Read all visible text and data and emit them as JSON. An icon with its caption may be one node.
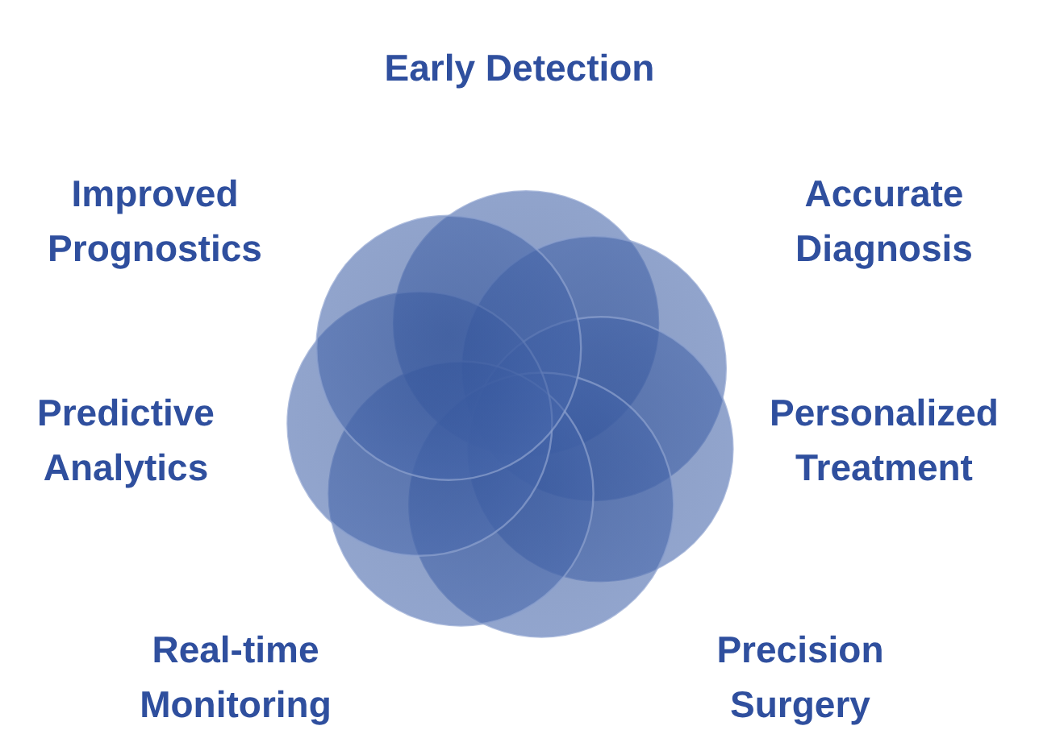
{
  "diagram": {
    "labels": [
      "Early Detection",
      "Improved Prognostics",
      "Accurate Diagnosis",
      "Predictive Analytics",
      "Personalized Treatment",
      "Real-time Monitoring",
      "Precision Surgery"
    ]
  }
}
